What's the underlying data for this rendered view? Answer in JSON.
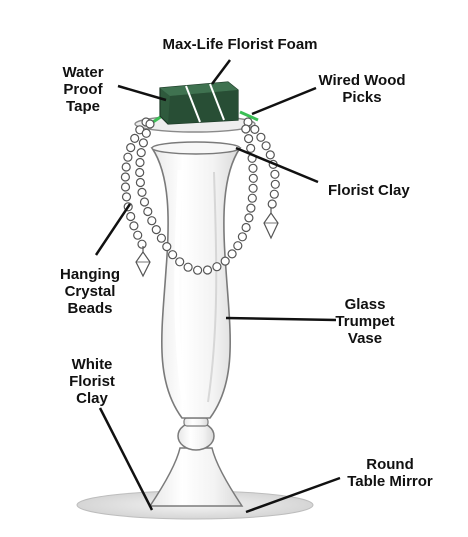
{
  "labels": {
    "foam": "Max-Life Florist Foam",
    "tape": "Water\nProof\nTape",
    "picks": "Wired Wood\nPicks",
    "florist_clay": "Florist Clay",
    "beads": "Hanging\nCrystal\nBeads",
    "vase": "Glass\nTrumpet\nVase",
    "white_clay": "White\nFlorist\nClay",
    "mirror": "Round\nTable Mirror"
  },
  "colors": {
    "foam": "#2f5a3d",
    "tape": "#ffffff",
    "picks": "#3bbf55",
    "glass_stroke": "#7a7a7a",
    "beads_stroke": "#555555",
    "leader": "#111111",
    "mirror": "#d9d9d9"
  }
}
